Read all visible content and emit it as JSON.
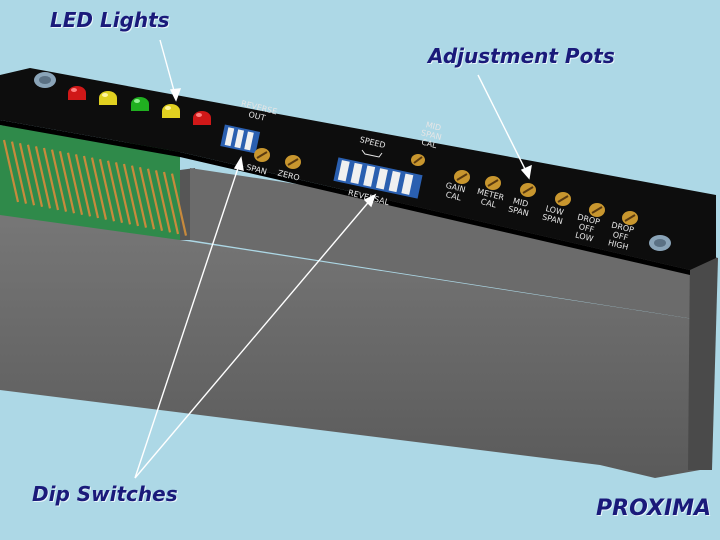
{
  "callouts": {
    "led_lights": "LED Lights",
    "adjustment_pots": "Adjustment Pots",
    "dip_switches": "Dip Switches",
    "brand": "PROXIMA"
  },
  "leds": [
    "red",
    "yellow",
    "green",
    "yellow",
    "red"
  ],
  "panel_labels": {
    "reverse_out": [
      "REVERSE",
      "OUT"
    ],
    "span": "SPAN",
    "zero": "ZERO",
    "speed": "SPEED",
    "mid_span_cal": [
      "MID",
      "SPAN",
      "CAL"
    ],
    "reversal": "REVERSAL",
    "gain_cal": [
      "GAIN",
      "CAL"
    ],
    "meter_cal": [
      "METER",
      "CAL"
    ],
    "mid_span": [
      "MID",
      "SPAN"
    ],
    "low_span": [
      "LOW",
      "SPAN"
    ],
    "drop_off_low": [
      "DROP",
      "OFF",
      "LOW"
    ],
    "drop_off_high": [
      "DROP",
      "OFF",
      "HIGH"
    ]
  },
  "colors": {
    "background": "#add8e6",
    "callout_text": "#1a1a7a",
    "panel": "#0d0d0d",
    "housing": "#6f6f6f",
    "circuit_board": "#2f8a4a",
    "pins": "#c88a3c",
    "pot": "#c8962e",
    "led_red": "#d01818",
    "led_yellow": "#e0d020",
    "led_green": "#20b020",
    "dip_switch": "#2a5fb0"
  }
}
